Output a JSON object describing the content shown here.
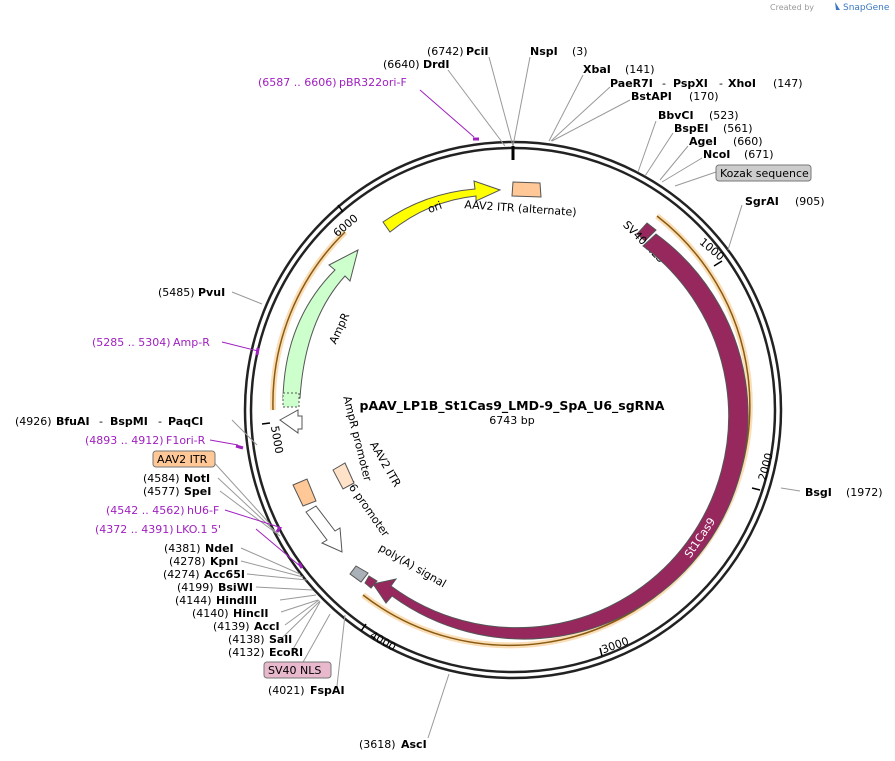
{
  "credit": {
    "prefix": "Created by",
    "brand": "SnapGene"
  },
  "plasmid": {
    "name": "pAAV_LP1B_St1Cas9_LMD-9_SpA_U6_sgRNA",
    "length": "6743 bp"
  },
  "ticks": {
    "t1000": "1000",
    "t2000": "2000",
    "t3000": "3000",
    "t4000": "4000",
    "t5000": "5000",
    "t6000": "6000"
  },
  "features": {
    "ori": "ori",
    "aav2_itr_alt": "AAV2 ITR (alternate)",
    "sv40_nls": "SV40 NLS",
    "st1cas9": "St1Cas9",
    "ampr": "AmpR",
    "ampr_promoter": "AmpR promoter",
    "aav2_itr": "AAV2 ITR",
    "u6_promoter": "U6 promoter",
    "polya": "poly(A) signal"
  },
  "sites": {
    "pcI": {
      "pos": "(6742)",
      "name": "PciI"
    },
    "nspI": {
      "name": "NspI",
      "pos": "(3)"
    },
    "drdI": {
      "pos": "(6640)",
      "name": "DrdI"
    },
    "xbaI": {
      "name": "XbaI",
      "pos": "(141)"
    },
    "paeR7I": {
      "name": "PaeR7I",
      "sep1": "-",
      "name2": "PspXI",
      "sep2": "-",
      "name3": "XhoI",
      "pos": "(147)"
    },
    "bstAPI": {
      "name": "BstAPI",
      "pos": "(170)"
    },
    "bbvCI": {
      "name": "BbvCI",
      "pos": "(523)"
    },
    "bspEI": {
      "name": "BspEI",
      "pos": "(561)"
    },
    "ageI": {
      "name": "AgeI",
      "pos": "(660)"
    },
    "ncoI": {
      "name": "NcoI",
      "pos": "(671)"
    },
    "kozak": "Kozak sequence",
    "sgrAI": {
      "name": "SgrAI",
      "pos": "(905)"
    },
    "bsgI": {
      "name": "BsgI",
      "pos": "(1972)"
    },
    "ascI": {
      "pos": "(3618)",
      "name": "AscI"
    },
    "fspAI": {
      "pos": "(4021)",
      "name": "FspAI"
    },
    "sv40nls_box": "SV40 NLS",
    "ecoRI": {
      "pos": "(4132)",
      "name": "EcoRI"
    },
    "salI": {
      "pos": "(4138)",
      "name": "SalI"
    },
    "accI": {
      "pos": "(4139)",
      "name": "AccI"
    },
    "hincII": {
      "pos": "(4140)",
      "name": "HincII"
    },
    "hindIII": {
      "pos": "(4144)",
      "name": "HindIII"
    },
    "bsiWI": {
      "pos": "(4199)",
      "name": "BsiWI"
    },
    "acc65I": {
      "pos": "(4274)",
      "name": "Acc65I"
    },
    "kpnI": {
      "pos": "(4278)",
      "name": "KpnI"
    },
    "ndeI": {
      "pos": "(4381)",
      "name": "NdeI"
    },
    "lko1": {
      "range": "(4372 .. 4391)",
      "name": "LKO.1 5'"
    },
    "hu6f": {
      "range": "(4542 .. 4562)",
      "name": "hU6-F"
    },
    "speI": {
      "pos": "(4577)",
      "name": "SpeI"
    },
    "notI": {
      "pos": "(4584)",
      "name": "NotI"
    },
    "aav2itr_box": "AAV2 ITR",
    "f1ori": {
      "range": "(4893 .. 4912)",
      "name": "F1ori-R"
    },
    "bfuAI": {
      "pos": "(4926)",
      "name": "BfuAI",
      "sep1": "-",
      "name2": "BspMI",
      "sep2": "-",
      "name3": "PaqCI"
    },
    "ampR_primer": {
      "range": "(5285 .. 5304)",
      "name": "Amp-R"
    },
    "pvuI": {
      "pos": "(5485)",
      "name": "PvuI"
    },
    "pbr322": {
      "range": "(6587 .. 6606)",
      "name": "pBR322ori-F"
    }
  },
  "colors": {
    "backbone": "#222222",
    "cas9": "#96285e",
    "ori": "#ffff00",
    "ampr": "#ccffcc",
    "itr": "#ffc896",
    "orange_track": "#f0a030",
    "primer": "#a020c0",
    "kozak_box": "#cccccc",
    "sv40_box": "#e8b8cc",
    "aav2_box": "#ffc896"
  }
}
